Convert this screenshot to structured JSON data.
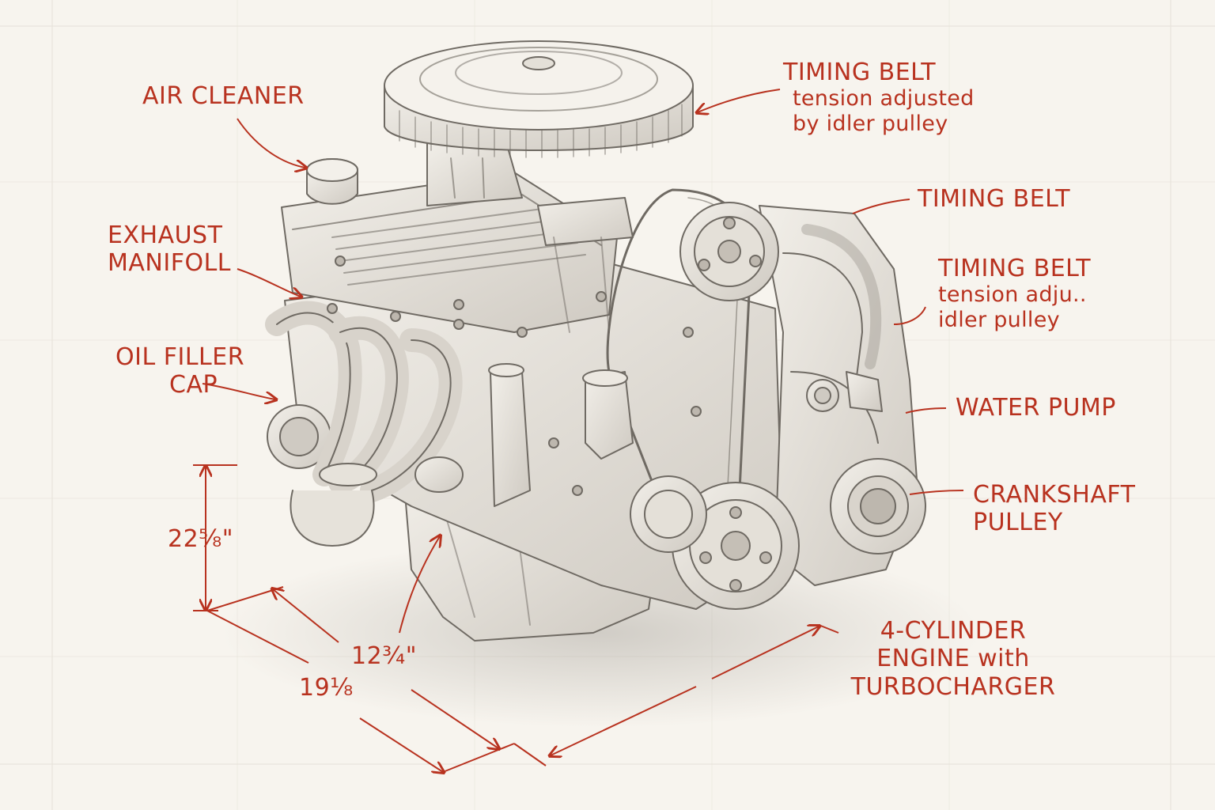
{
  "colors": {
    "paper": "#f7f4ee",
    "ink": "#b8321f",
    "pencil": "#6f6a63",
    "grid": "#e6e1d8"
  },
  "labels": {
    "air_cleaner": "AIR CLEANER",
    "exhaust_manifold_line1": "EXHAUST",
    "exhaust_manifold_line2": "MANIFOLL",
    "oil_filler_line1": "OIL FILLER",
    "oil_filler_line2": "CAP",
    "timing_belt_top_title": "TIMING BELT",
    "timing_belt_top_note1": "tension adjusted",
    "timing_belt_top_note2": "by idler pulley",
    "timing_belt_mid_title": "TIMING BELT",
    "timing_belt_low_title": "TIMING BELT",
    "timing_belt_low_note1": "tension adju..",
    "timing_belt_low_note2": "idler pulley",
    "water_pump": "WATER PUMP",
    "crankshaft_line1": "CRANKSHAFT",
    "crankshaft_line2": "PULLEY",
    "engine_title_line1": "4-CYLINDER",
    "engine_title_line2": "ENGINE with",
    "engine_title_line3": "TURBOCHARGER"
  },
  "dimensions": {
    "height": "22⅝\"",
    "depth": "12¾\"",
    "width": "19⅛"
  }
}
